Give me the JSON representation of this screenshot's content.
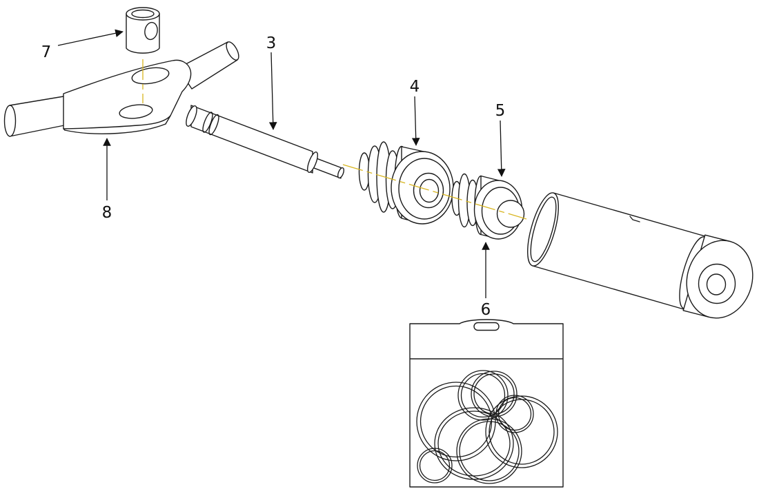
{
  "diagram": {
    "callouts": [
      {
        "label": "3"
      },
      {
        "label": "4"
      },
      {
        "label": "5"
      },
      {
        "label": "6"
      },
      {
        "label": "7"
      },
      {
        "label": "8"
      }
    ],
    "colors": {
      "line": "#1a1a1a",
      "centerline": "#d8b51f",
      "background": "#ffffff"
    }
  }
}
